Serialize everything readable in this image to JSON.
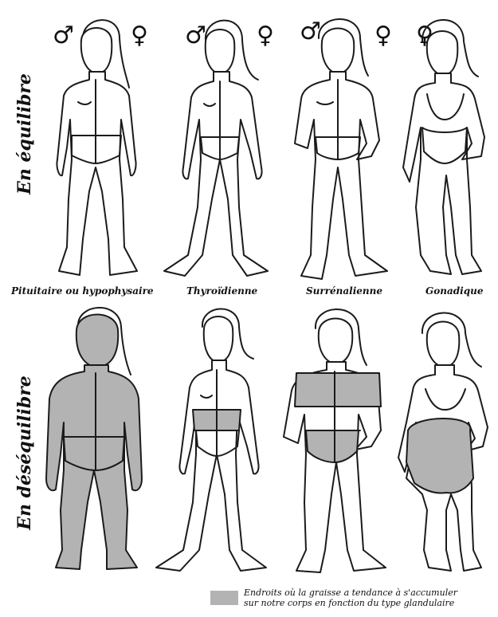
{
  "symbols": {
    "male": "♂",
    "female": "♀"
  },
  "rows": {
    "balanced": "En équilibre",
    "imbalanced": "En déséquilibre"
  },
  "types": [
    {
      "label": "Pituitaire ou hypophysaire"
    },
    {
      "label": "Thyroïdienne"
    },
    {
      "label": "Surrénalienne"
    },
    {
      "label": "Gonadique"
    }
  ],
  "legend": {
    "line1": "Endroits où la graisse a tendance à s'accumuler",
    "line2": "sur notre corps en fonction du type glandulaire"
  },
  "colors": {
    "fat": "#b3b3b3",
    "outline": "#1b1b1b",
    "background": "#ffffff"
  }
}
